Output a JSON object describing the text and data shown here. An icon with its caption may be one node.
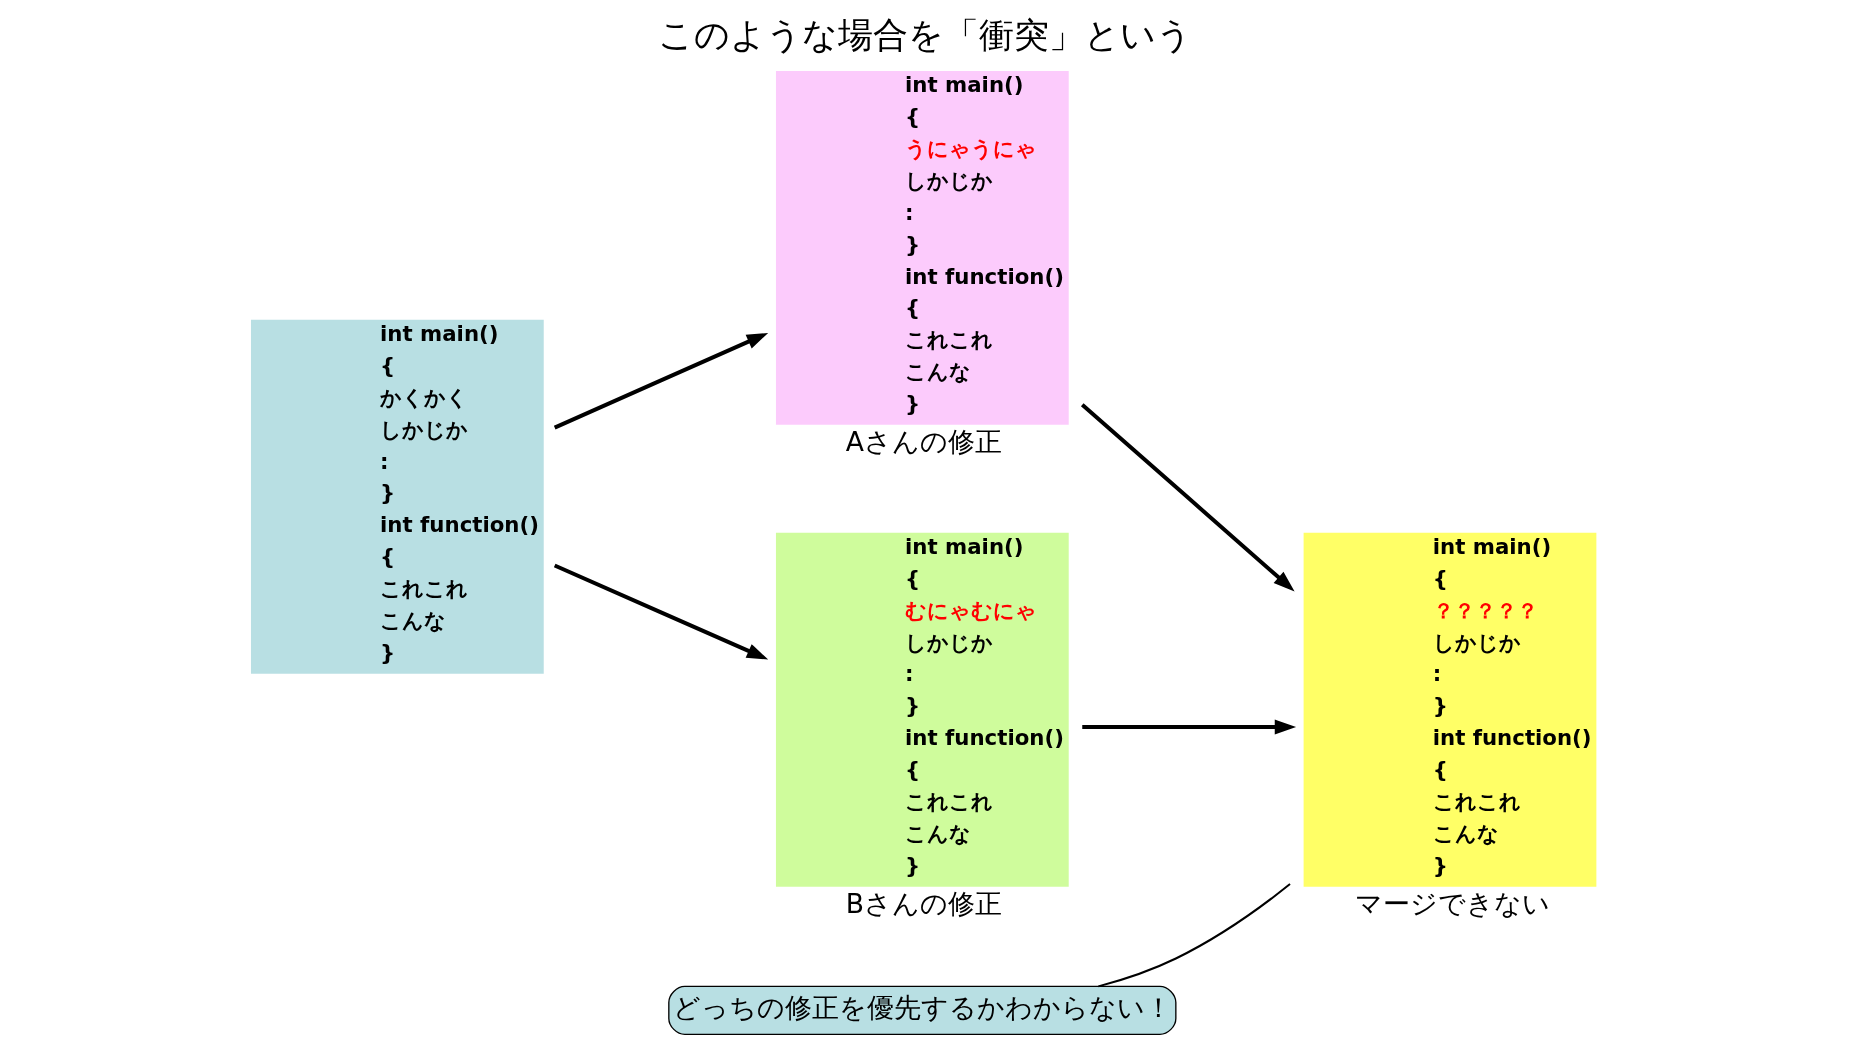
{
  "diagram": {
    "title": "このような場合を「衝突」という",
    "nodes": [
      {
        "text": [
          "int main()",
          "{",
          "かくかく",
          "しかじか",
          ":",
          "}",
          "int function()",
          "{",
          "これこれ",
          "こんな",
          "}"
        ]
      },
      {
        "text": [
          "int main()",
          "{",
          "うにゃうにゃ",
          "しかじか",
          ":",
          "}",
          "int function()",
          "{",
          "これこれ",
          "こんな",
          "}"
        ],
        "beside": [
          "Aさんの修正"
        ]
      },
      {
        "text": [
          "int main()",
          "{",
          "むにゃむにゃ",
          "しかじか",
          ":",
          "}",
          "int function()",
          "{",
          "これこれ",
          "こんな",
          "}"
        ],
        "beside": [
          "Bさんの修正"
        ]
      },
      {
        "text": [
          "int main()",
          "{",
          "？？？？？",
          "しかじか",
          ":",
          "}",
          "int function()",
          "{",
          "これこれ",
          "こんな",
          "}"
        ],
        "beside": [
          "マージできない"
        ]
      },
      {
        "text": [
          "どっちの修正を優先するかわからない！"
        ]
      }
    ],
    "edges": [
      {
        "from": 0,
        "to": 2,
        "arrow": "to"
      },
      {
        "from": 0,
        "to": 1,
        "arrow": "to"
      },
      {
        "from": 2,
        "to": 3,
        "arrow": "to"
      },
      {
        "from": 1,
        "to": 3,
        "arrow": "to"
      },
      {
        "from": 4,
        "to": 3,
        "arrow": "none"
      }
    ]
  }
}
